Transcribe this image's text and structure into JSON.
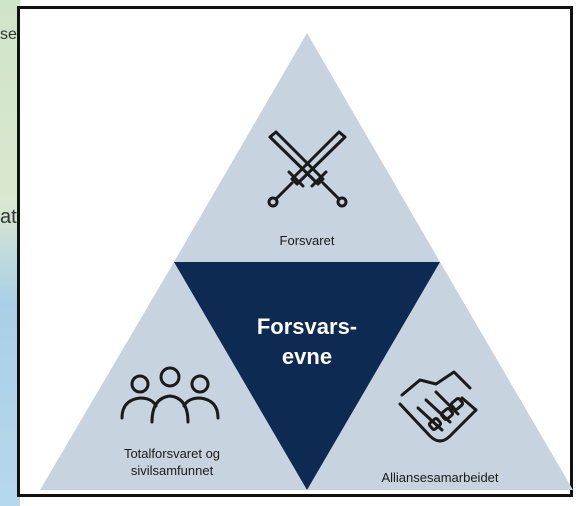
{
  "background_map": {
    "fragment_top": "se",
    "fragment_middle": "at"
  },
  "diagram": {
    "center_label_line1": "Forsvars-",
    "center_label_line2": "evne",
    "top_label": "Forsvaret",
    "bottom_left_label_line1": "Totalforsvaret og",
    "bottom_left_label_line2": "sivilsamfunnet",
    "bottom_right_label": "Alliansesamarbeidet",
    "top_icon": "crossed-swords-icon",
    "bottom_left_icon": "people-group-icon",
    "bottom_right_icon": "handshake-icon"
  },
  "colors": {
    "outer_triangles": "#c7d3df",
    "center_triangle": "#0d2a52",
    "center_text": "#ffffff",
    "label_text": "#1a1a1a",
    "icon_stroke": "#1a1a1a"
  }
}
